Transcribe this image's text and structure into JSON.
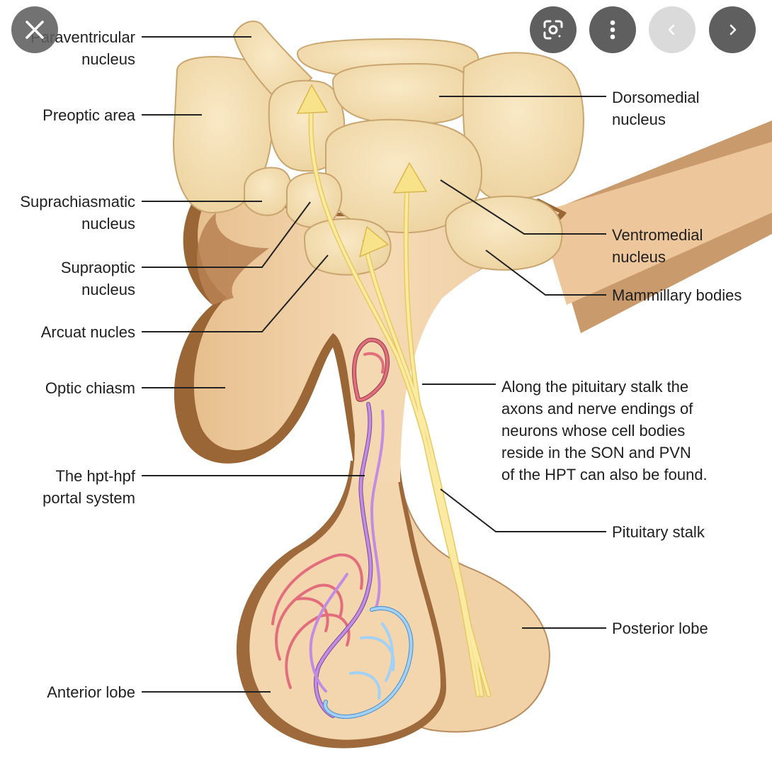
{
  "labels": {
    "paraventricular": [
      "Paraventricular",
      "nucleus"
    ],
    "preoptic": [
      "Preoptic area"
    ],
    "suprachiasmatic": [
      "Suprachiasmatic",
      "nucleus"
    ],
    "supraoptic": [
      "Supraoptic",
      "nucleus"
    ],
    "arcuate": [
      "Arcuat nucles"
    ],
    "optic_chiasm": [
      "Optic chiasm"
    ],
    "portal_system": [
      "The hpt-hpf",
      "portal system"
    ],
    "anterior_lobe": [
      "Anterior lobe"
    ],
    "dorsomedial": [
      "Dorsomedial",
      "nucleus"
    ],
    "ventromedial": [
      "Ventromedial",
      "nucleus"
    ],
    "mammillary": [
      "Mammillary bodies"
    ],
    "pituitary_stalk": [
      "Pituitary stalk"
    ],
    "posterior_lobe": [
      "Posterior lobe"
    ]
  },
  "note": [
    "Along the pituitary stalk the",
    "axons and nerve endings of",
    "neurons whose cell bodies",
    "reside in the SON and PVN",
    "of the HPT can also be found."
  ],
  "controls": {
    "close_icon": "close-icon",
    "lens_icon": "lens-icon",
    "more_icon": "more-vertical-icon",
    "prev_icon": "chevron-left-icon",
    "next_icon": "chevron-right-icon"
  },
  "colors": {
    "tissue": "#f2d2a7",
    "tissue_shadow": "#a9784a",
    "nucleus_fill": "#f3dcaa",
    "axon": "#f7e17e",
    "artery": "#d95c6c",
    "portal_vein": "#b57fd9",
    "vein": "#87bff0",
    "control_dark": "#5f5f5f",
    "control_disabled": "#dadada"
  }
}
